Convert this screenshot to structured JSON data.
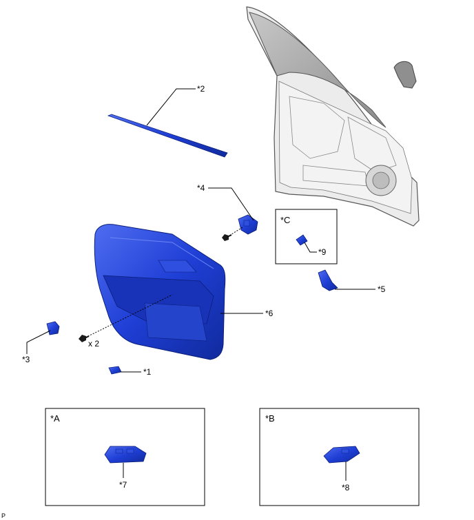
{
  "callouts": {
    "c1": "*1",
    "c2": "*2",
    "c3": "*3",
    "c4": "*4",
    "c5": "*5",
    "c6": "*6",
    "c7": "*7",
    "c8": "*8",
    "c9": "*9"
  },
  "qty": "x 2",
  "insets": {
    "a": "*A",
    "b": "*B",
    "c": "*C"
  },
  "corner_mark": "P",
  "colors": {
    "part_blue": "#1f3fd6",
    "part_blue_dark": "#102a9c",
    "part_blue_light": "#4f6df0",
    "door_gray": "#e6e6e6",
    "glass_gray": "#9a9a9a",
    "line": "#000000"
  }
}
